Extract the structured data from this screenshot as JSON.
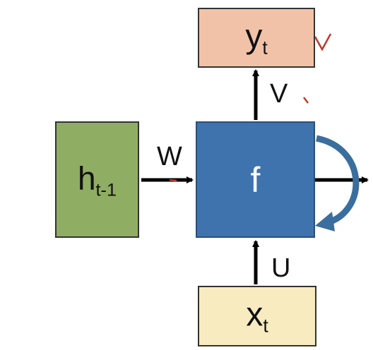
{
  "nodes": {
    "output": {
      "base": "y",
      "sub": "t"
    },
    "hidden_prev": {
      "base": "h",
      "sub": "t-1"
    },
    "function": {
      "label": "f"
    },
    "input": {
      "base": "x",
      "sub": "t"
    }
  },
  "edges": {
    "hidden_to_f": "W",
    "f_to_output": "V",
    "input_to_f": "U"
  },
  "colors": {
    "output_fill": "#f2c2a8",
    "hidden_fill": "#8fae63",
    "function_fill": "#3f73ad",
    "input_fill": "#f8ebc0",
    "recurrent_arrow": "#3a6e9e",
    "annotation": "#c0392b"
  }
}
